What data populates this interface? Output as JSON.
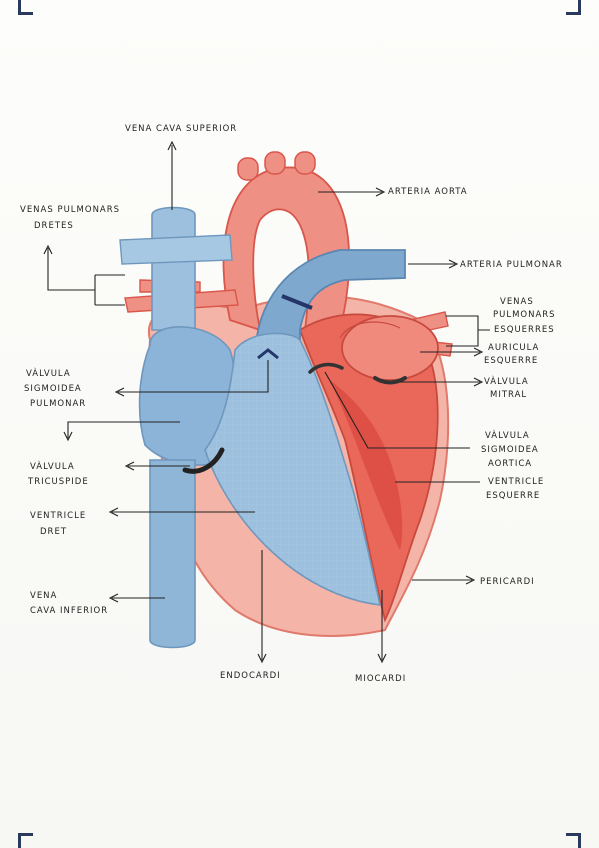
{
  "labels": {
    "vena_cava_superior": "VENA CAVA SUPERIOR",
    "venas_pulmonars_dretes_1": "VENAS PULMONARS",
    "venas_pulmonars_dretes_2": "DRETES",
    "arteria_aorta": "ARTERIA AORTA",
    "arteria_pulmonar": "ARTERIA PULMONAR",
    "venas_pulmonars_esquerres_1": "VENAS",
    "venas_pulmonars_esquerres_2": "PULMONARS",
    "venas_pulmonars_esquerres_3": "ESQUERRES",
    "auricula_esquerre_1": "AURICULA",
    "auricula_esquerre_2": "ESQUERRE",
    "valvula_mitral_1": "VÀLVULA",
    "valvula_mitral_2": "MITRAL",
    "valvula_sigmoidea_pulmonar_1": "VÀLVULA",
    "valvula_sigmoidea_pulmonar_2": "SIGMOIDEA",
    "valvula_sigmoidea_pulmonar_3": "PULMONAR",
    "valvula_sigmoidea_aortica_1": "VÀLVULA",
    "valvula_sigmoidea_aortica_2": "SIGMOIDEA",
    "valvula_sigmoidea_aortica_3": "AORTICA",
    "valvula_tricuspide_1": "VÀLVULA",
    "valvula_tricuspide_2": "TRICUSPIDE",
    "ventricle_esquerre_1": "VENTRICLE",
    "ventricle_esquerre_2": "ESQUERRE",
    "ventricle_dret_1": "VENTRICLE",
    "ventricle_dret_2": "DRET",
    "pericardi": "PERICARDI",
    "vena_cava_inferior_1": "VENA",
    "vena_cava_inferior_2": "CAVA INFERIOR",
    "endocardi": "ENDOCARDI",
    "miocardi": "MIOCARDI"
  },
  "colors": {
    "oxygenated": "#ee8a7c",
    "deoxygenated": "#8fb6d6",
    "outline": "#d9564a",
    "ink": "#222222"
  }
}
